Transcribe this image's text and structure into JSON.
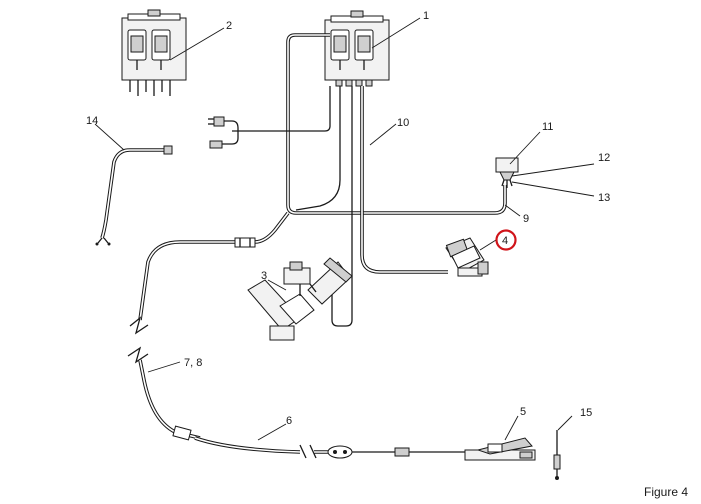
{
  "diagram": {
    "figure_label": "Figure 4",
    "highlight_color": "#d0141a",
    "highlighted_callout": "4",
    "callouts": {
      "c1": "1",
      "c2": "2",
      "c3": "3",
      "c4": "4",
      "c5": "5",
      "c6": "6",
      "c78": "7, 8",
      "c9": "9",
      "c10": "10",
      "c11": "11",
      "c12": "12",
      "c13": "13",
      "c14": "14",
      "c15": "15"
    }
  }
}
